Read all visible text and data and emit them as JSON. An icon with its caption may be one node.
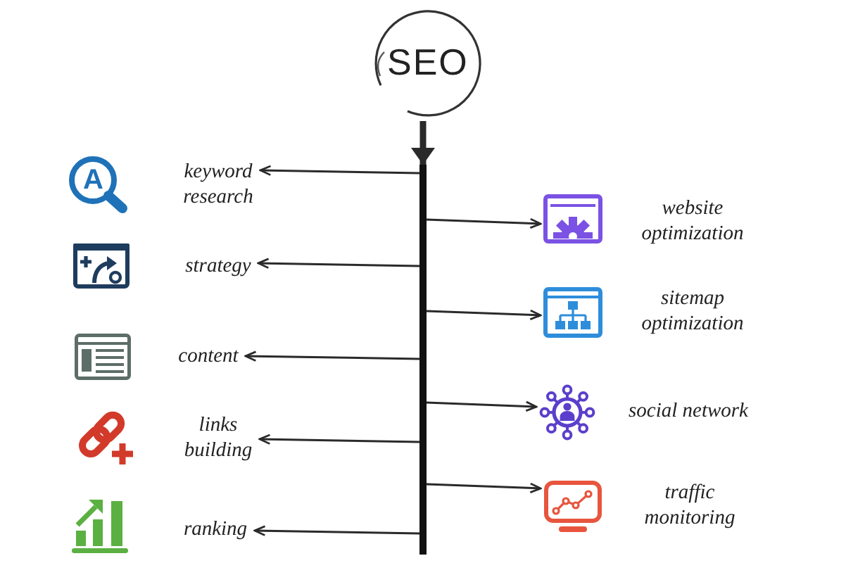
{
  "diagram": {
    "nodes": [
      {
        "text": [
          "SEO"
        ]
      },
      {
        "text": [],
        "shape": "bar"
      },
      {
        "text": [
          "keyword research"
        ]
      },
      {
        "text": [
          "strategy"
        ]
      },
      {
        "text": [
          "content"
        ]
      },
      {
        "text": [
          "links building"
        ]
      },
      {
        "text": [
          "ranking"
        ]
      },
      {
        "text": [
          "website optimization"
        ]
      },
      {
        "text": [
          "sitemap optimization"
        ]
      },
      {
        "text": [
          "social network"
        ]
      },
      {
        "text": [
          "traffic monitoring"
        ]
      }
    ],
    "edges": [
      {
        "from": 0,
        "to": 1,
        "arrow": "to",
        "style": "thick"
      },
      {
        "from": 1,
        "to": 2,
        "arrow": "to"
      },
      {
        "from": 1,
        "to": 3,
        "arrow": "to"
      },
      {
        "from": 1,
        "to": 4,
        "arrow": "to"
      },
      {
        "from": 1,
        "to": 5,
        "arrow": "to"
      },
      {
        "from": 1,
        "to": 6,
        "arrow": "to"
      },
      {
        "from": 1,
        "to": 7,
        "arrow": "to"
      },
      {
        "from": 1,
        "to": 8,
        "arrow": "to"
      },
      {
        "from": 1,
        "to": 9,
        "arrow": "to"
      },
      {
        "from": 1,
        "to": 10,
        "arrow": "to"
      }
    ],
    "labels": [
      "A"
    ]
  }
}
